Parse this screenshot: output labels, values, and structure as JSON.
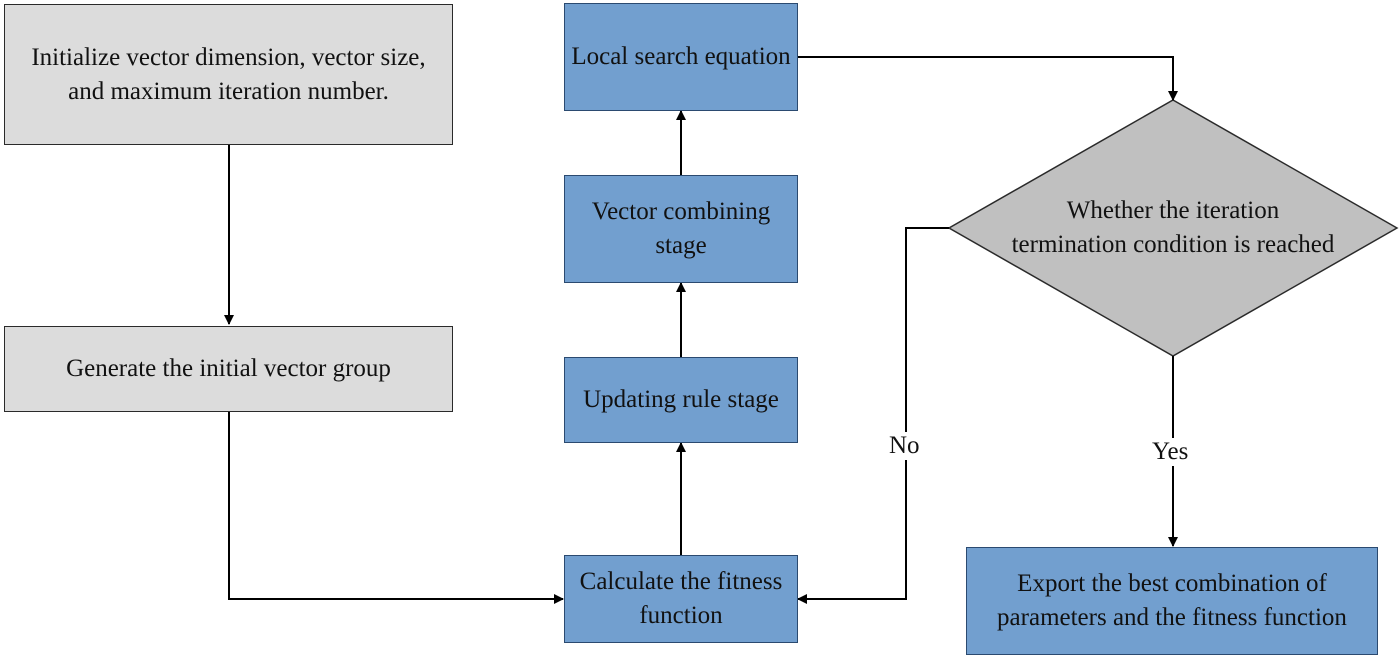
{
  "nodes": {
    "init": "Initialize vector dimension, vector size, and maximum iteration number.",
    "generate": "Generate the initial vector group",
    "fitness": "Calculate the fitness function",
    "update": "Updating rule stage",
    "combine": "Vector combining stage",
    "local": "Local search equation",
    "decision": "Whether the iteration termination condition is reached",
    "export": "Export the best combination of parameters and the fitness function"
  },
  "labels": {
    "no": "No",
    "yes": "Yes"
  },
  "colors": {
    "gray_box": "#dcdcdc",
    "blue_box": "#729fcf",
    "decision": "#c0c0c0",
    "line": "#000000"
  }
}
